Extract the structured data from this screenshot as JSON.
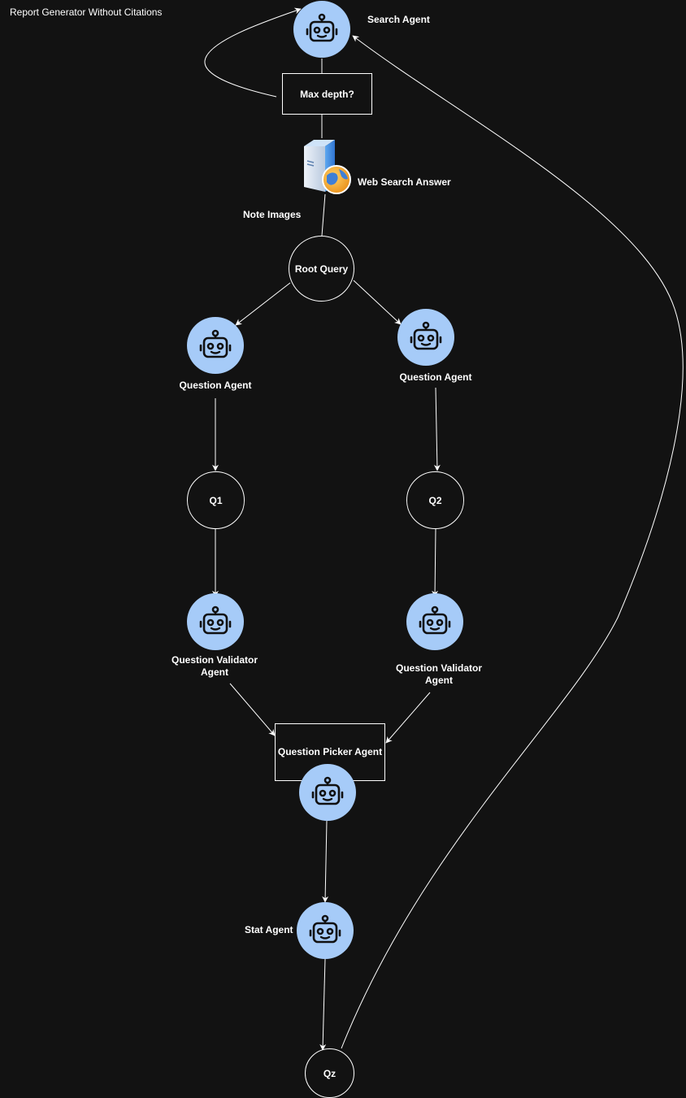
{
  "title": "Report Generator Without Citations",
  "nodes": {
    "search_agent": "Search Agent",
    "max_depth": "Max depth?",
    "web_search_answer": "Web Search Answer",
    "note_images": "Note Images",
    "root_query": "Root Query",
    "question_agent_left": "Question Agent",
    "question_agent_right": "Question Agent",
    "q1": "Q1",
    "q2": "Q2",
    "validator_left": "Question Validator Agent",
    "validator_right": "Question Validator Agent",
    "picker": "Question Picker Agent",
    "stat_agent": "Stat Agent",
    "qz": "Qz"
  },
  "icons": {
    "agent": "robot-icon",
    "server": "web-server-icon"
  },
  "colors": {
    "background": "#121212",
    "agent_fill": "#a6cbf8",
    "stroke": "#ffffff"
  }
}
